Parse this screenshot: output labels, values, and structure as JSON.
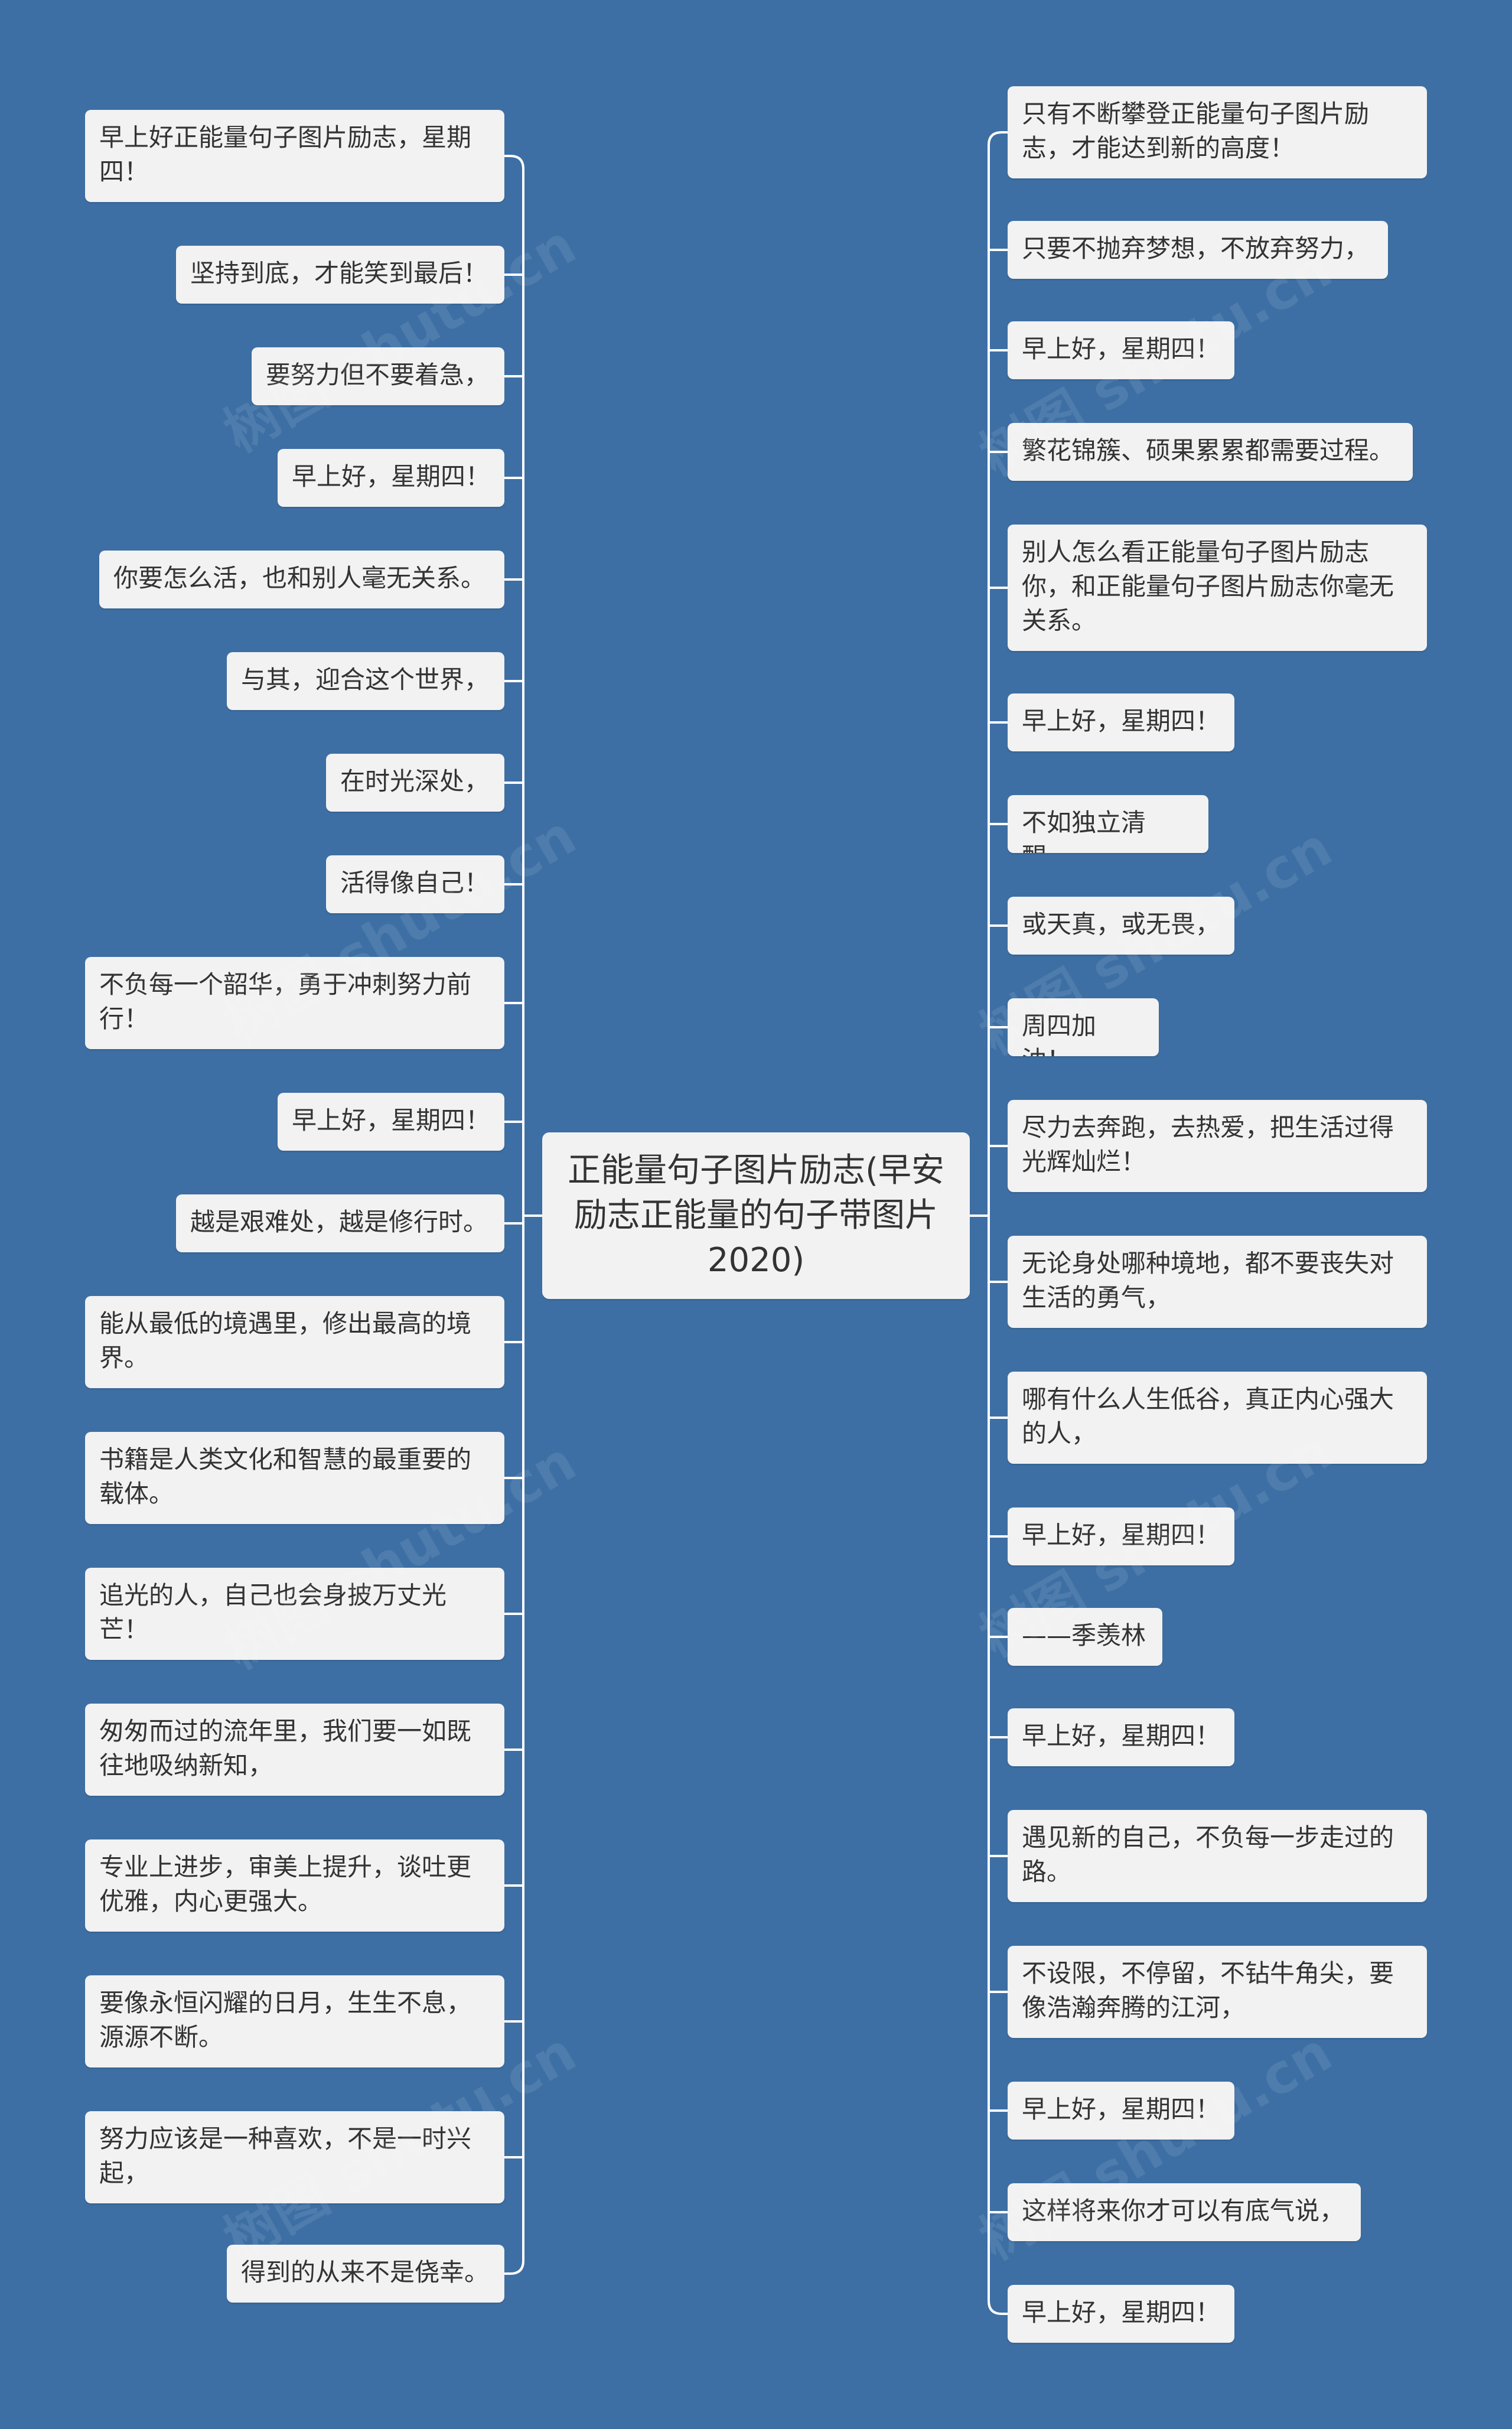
{
  "root": {
    "text": "正能量句子图片励志(早安励志正能量的句子带图片2020)"
  },
  "left_nodes": [
    "早上好正能量句子图片励志，星期四！",
    "坚持到底，才能笑到最后！",
    "要努力但不要着急，",
    "早上好，星期四！",
    "你要怎么活，也和别人毫无关系。",
    "与其，迎合这个世界，",
    "在时光深处，",
    "活得像自己！",
    "不负每一个韶华，勇于冲刺努力前行！",
    "早上好，星期四！",
    "越是艰难处，越是修行时。",
    "能从最低的境遇里，修出最高的境界。",
    "书籍是人类文化和智慧的最重要的载体。",
    "追光的人，自己也会身披万丈光芒！",
    "匆匆而过的流年里，我们要一如既往地吸纳新知，",
    "专业上进步，审美上提升，谈吐更优雅，内心更强大。",
    "要像永恒闪耀的日月，生生不息，源源不断。",
    "努力应该是一种喜欢，不是一时兴起，",
    "得到的从来不是侥幸。"
  ],
  "right_nodes": [
    "只有不断攀登正能量句子图片励志，才能达到新的高度！",
    "只要不抛弃梦想，不放弃努力，",
    "早上好，星期四！",
    "繁花锦簇、硕果累累都需要过程。",
    "别人怎么看正能量句子图片励志你，和正能量句子图片励志你毫无关系。",
    "早上好，星期四！",
    "不如独立清醒，",
    "或天真，或无畏，",
    "周四加油！",
    "尽力去奔跑，去热爱，把生活过得光辉灿烂！",
    "无论身处哪种境地，都不要丧失对生活的勇气，",
    "哪有什么人生低谷，真正内心强大的人，",
    "早上好，星期四！",
    "——季羡林",
    "早上好，星期四！",
    "遇见新的自己，不负每一步走过的路。",
    "不设限，不停留，不钻牛角尖，要像浩瀚奔腾的江河，",
    "早上好，星期四！",
    "这样将来你才可以有底气说，",
    "早上好，星期四！"
  ],
  "watermark": "树图 shutu.cn",
  "colors": {
    "background": "#3d6fa4",
    "node": "#f2f2f2",
    "line": "#ffffff",
    "text": "#333333"
  }
}
